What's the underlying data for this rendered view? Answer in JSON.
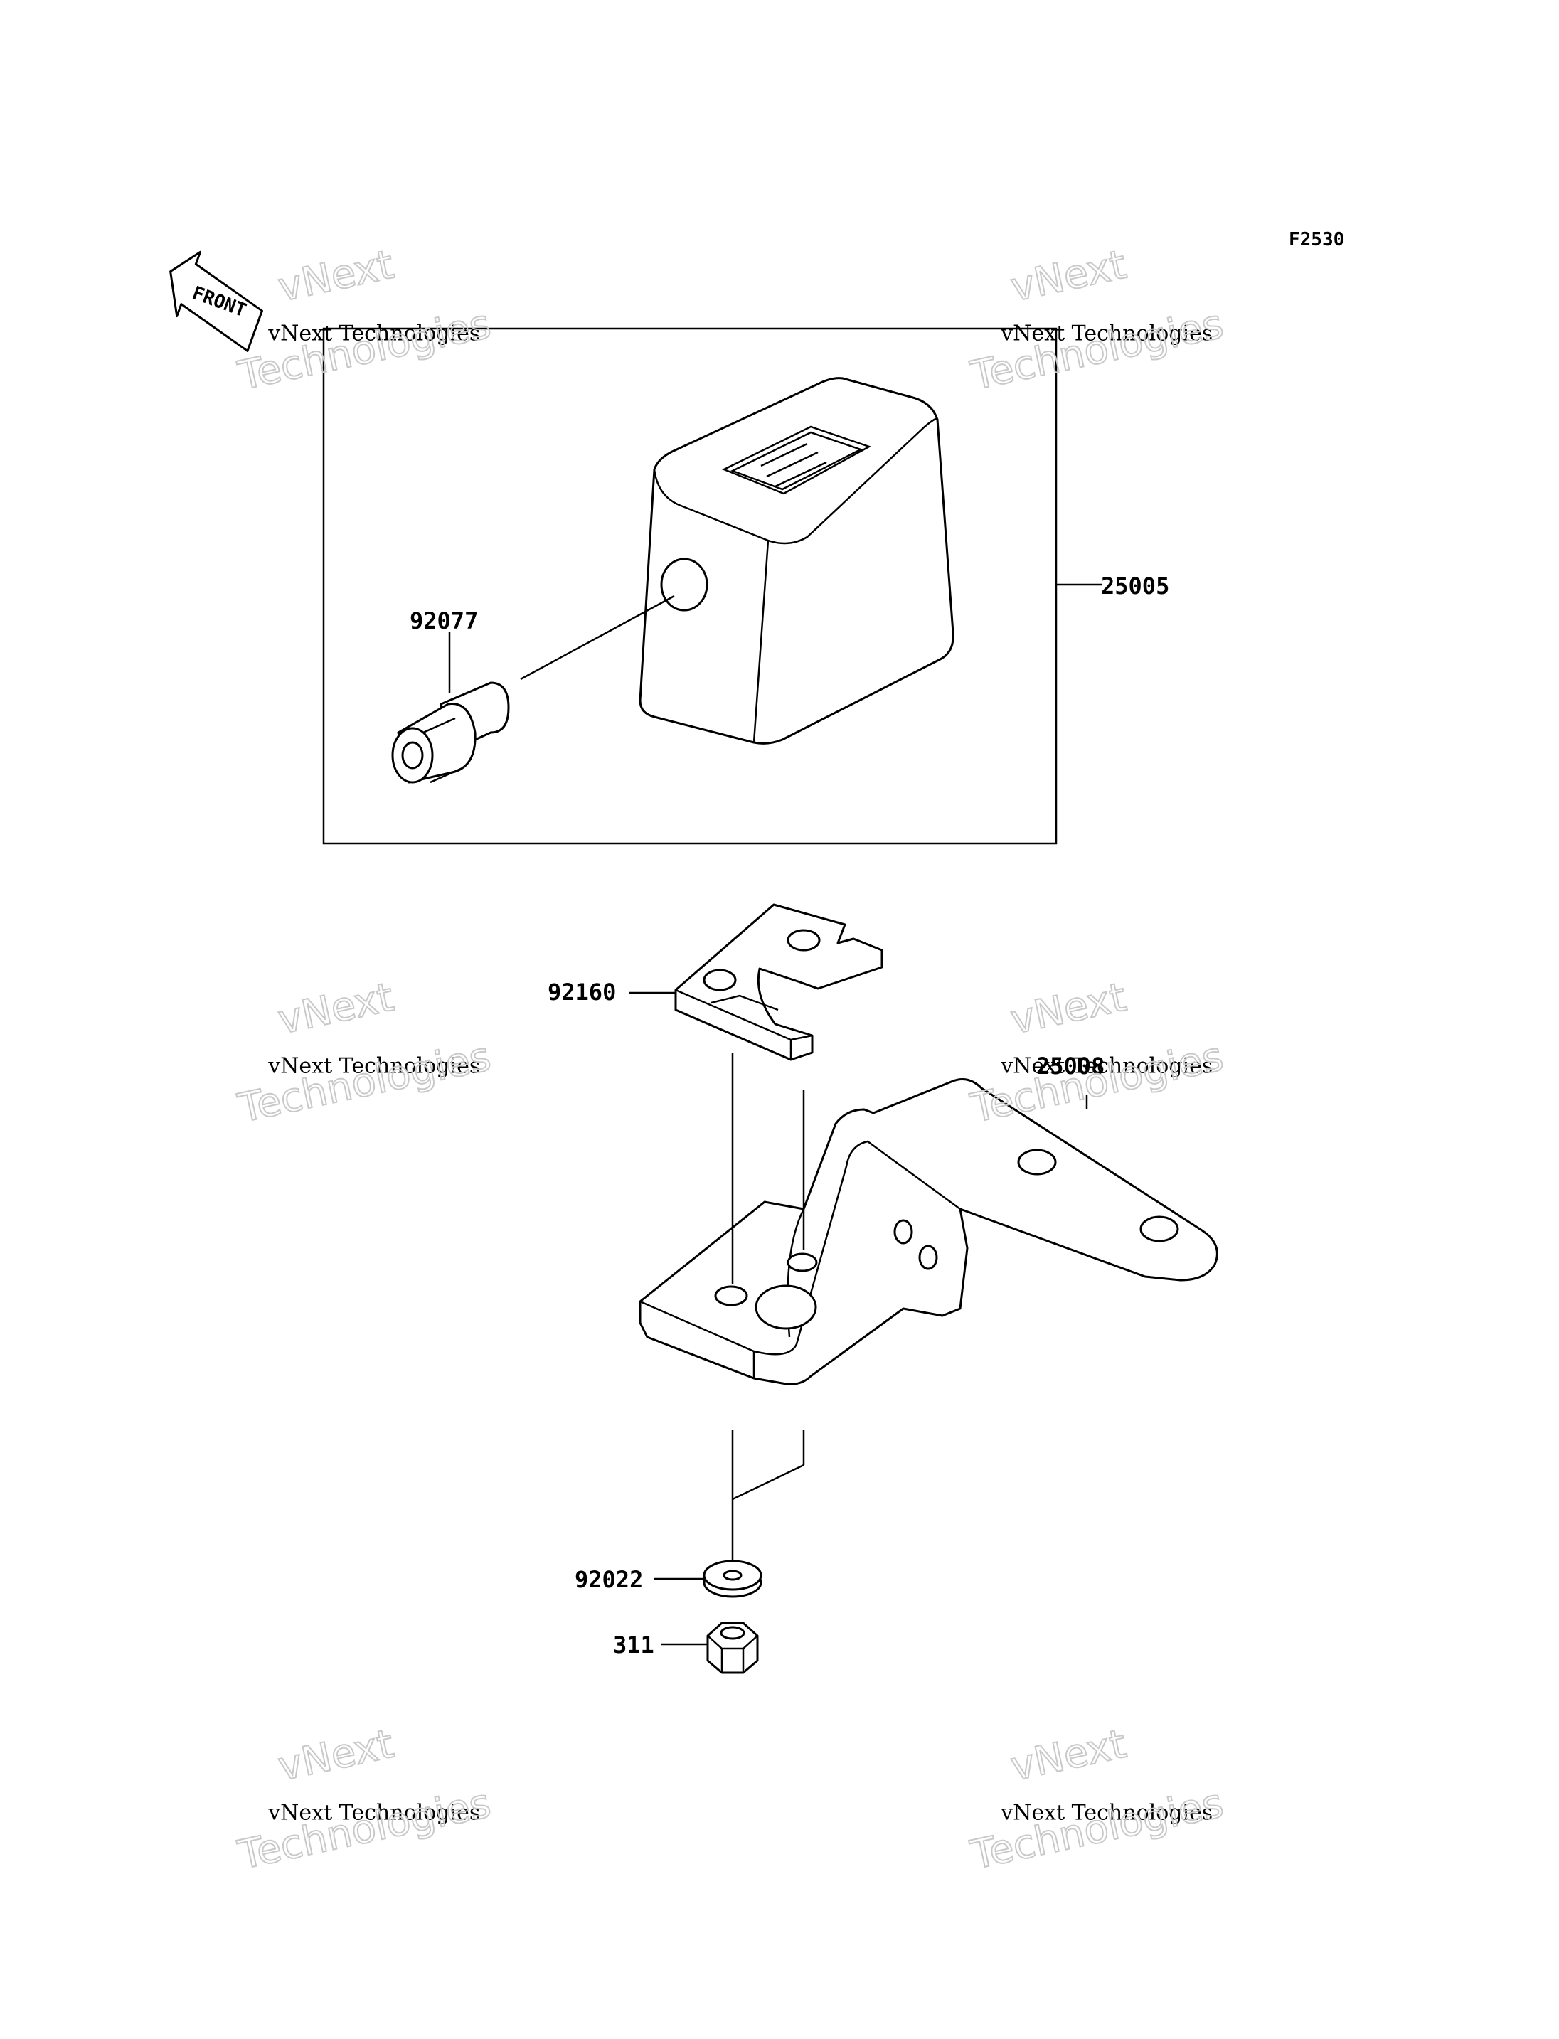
{
  "figure_code": "F2530",
  "front_label": "FRONT",
  "watermark": {
    "line1": "vNext",
    "line2": "vNext Technologies",
    "line3": "Technologies"
  },
  "parts": [
    {
      "number": "25005"
    },
    {
      "number": "92077"
    },
    {
      "number": "92160"
    },
    {
      "number": "25008"
    },
    {
      "number": "92022"
    },
    {
      "number": "311"
    }
  ]
}
